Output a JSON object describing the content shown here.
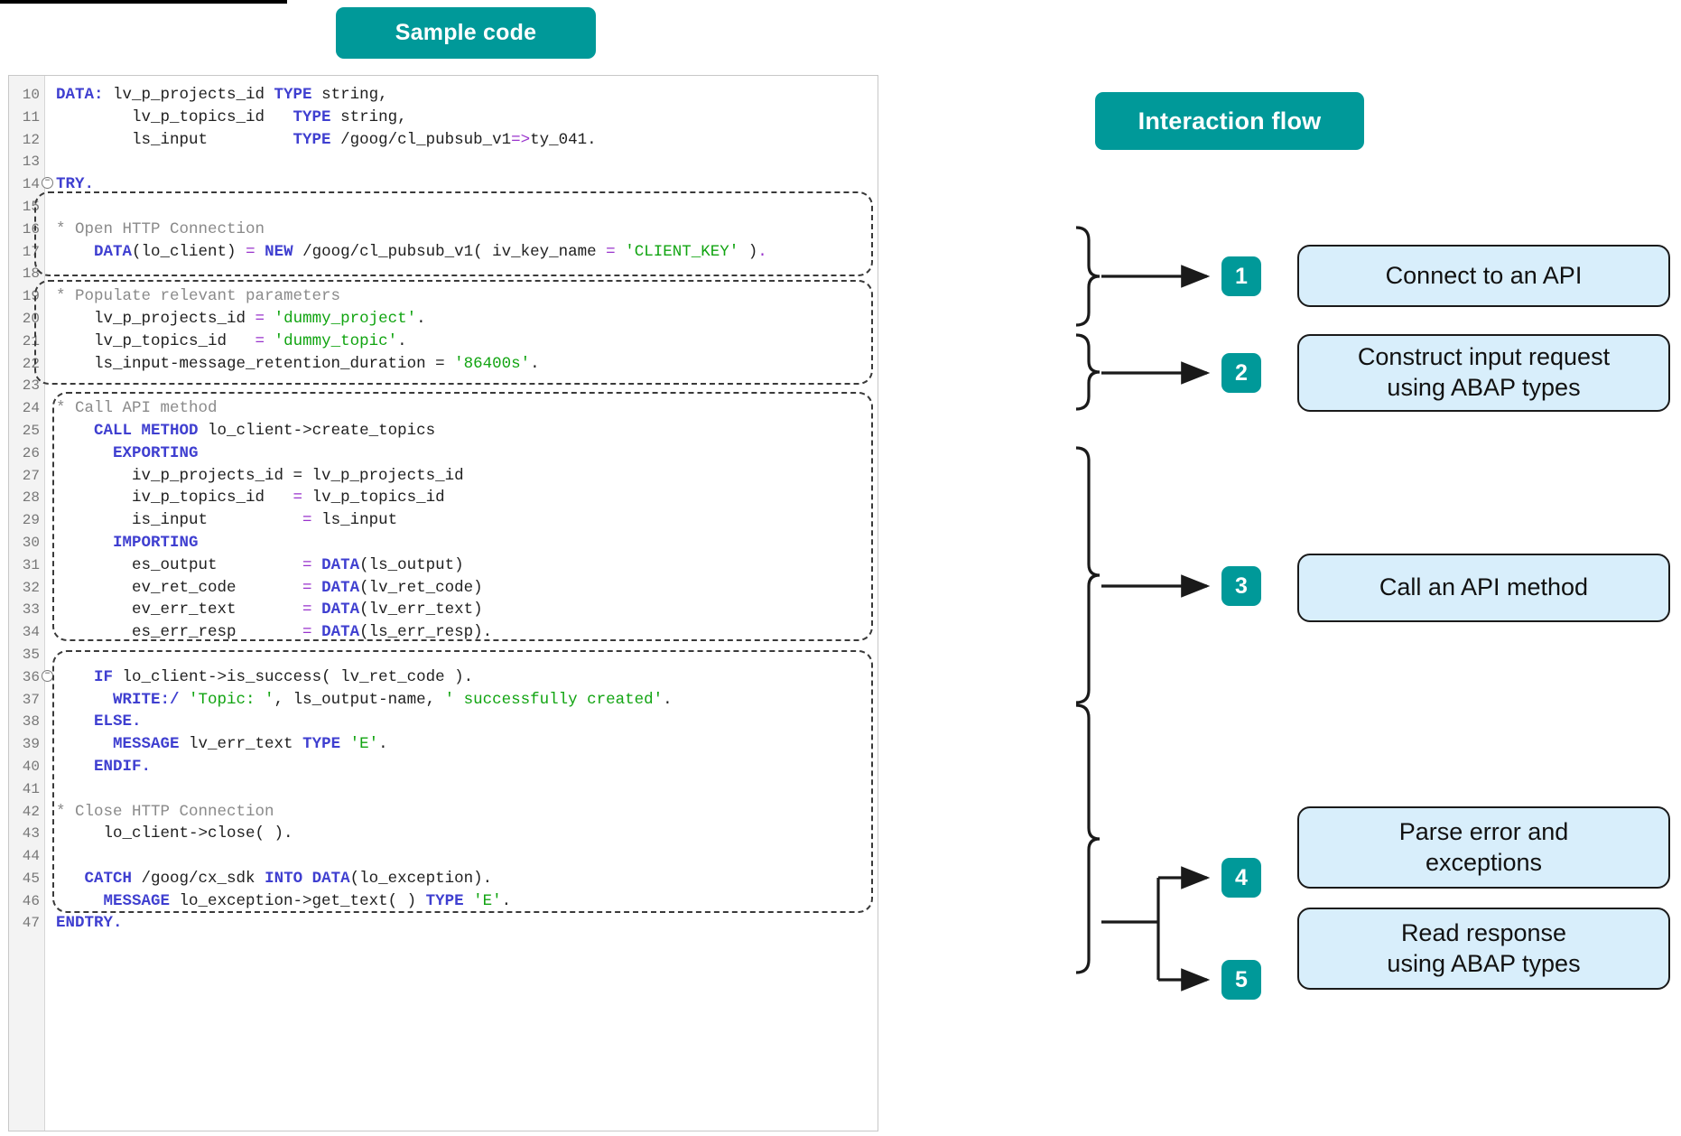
{
  "headers": {
    "sample_code": "Sample code",
    "interaction_flow": "Interaction flow"
  },
  "colors": {
    "accent_teal": "#009999",
    "flow_box_fill": "#d8eefb",
    "flow_box_border": "#1a1a1a",
    "keyword": "#3f3fd0",
    "comment": "#8a8a8a",
    "string": "#11a411",
    "gutter": "#f3f3f3"
  },
  "code": {
    "language": "ABAP",
    "first_line_number": 10,
    "lines": [
      {
        "n": 10,
        "fold": false,
        "tokens": [
          {
            "t": "DATA:",
            "c": "kw"
          },
          {
            "t": " lv_p_projects_id ",
            "c": "pl"
          },
          {
            "t": "TYPE",
            "c": "kw"
          },
          {
            "t": " string,",
            "c": "pl"
          }
        ]
      },
      {
        "n": 11,
        "fold": false,
        "tokens": [
          {
            "t": "        lv_p_topics_id   ",
            "c": "pl"
          },
          {
            "t": "TYPE",
            "c": "kw"
          },
          {
            "t": " string,",
            "c": "pl"
          }
        ]
      },
      {
        "n": 12,
        "fold": false,
        "tokens": [
          {
            "t": "        ls_input         ",
            "c": "pl"
          },
          {
            "t": "TYPE",
            "c": "kw"
          },
          {
            "t": " /goog/cl_pubsub_v1",
            "c": "pl"
          },
          {
            "t": "=>",
            "c": "op"
          },
          {
            "t": "ty_041.",
            "c": "pl"
          }
        ]
      },
      {
        "n": 13,
        "fold": false,
        "tokens": []
      },
      {
        "n": 14,
        "fold": true,
        "tokens": [
          {
            "t": "TRY.",
            "c": "kw"
          }
        ]
      },
      {
        "n": 15,
        "fold": false,
        "tokens": []
      },
      {
        "n": 16,
        "fold": false,
        "tokens": [
          {
            "t": "* Open HTTP Connection",
            "c": "cm"
          }
        ]
      },
      {
        "n": 17,
        "fold": false,
        "tokens": [
          {
            "t": "    ",
            "c": "pl"
          },
          {
            "t": "DATA",
            "c": "kw"
          },
          {
            "t": "(lo_client) ",
            "c": "pl"
          },
          {
            "t": "=",
            "c": "op"
          },
          {
            "t": " ",
            "c": "pl"
          },
          {
            "t": "NEW",
            "c": "kw"
          },
          {
            "t": " /goog/cl_pubsub_v1( iv_key_name ",
            "c": "pl"
          },
          {
            "t": "=",
            "c": "op"
          },
          {
            "t": " ",
            "c": "pl"
          },
          {
            "t": "'CLIENT_KEY'",
            "c": "st"
          },
          {
            "t": " )",
            "c": "pl"
          },
          {
            "t": ".",
            "c": "op"
          }
        ]
      },
      {
        "n": 18,
        "fold": false,
        "tokens": []
      },
      {
        "n": 19,
        "fold": false,
        "tokens": [
          {
            "t": "* Populate relevant parameters",
            "c": "cm"
          }
        ]
      },
      {
        "n": 20,
        "fold": false,
        "tokens": [
          {
            "t": "    lv_p_projects_id ",
            "c": "pl"
          },
          {
            "t": "=",
            "c": "op"
          },
          {
            "t": " ",
            "c": "pl"
          },
          {
            "t": "'dummy_project'",
            "c": "st"
          },
          {
            "t": ".",
            "c": "pl"
          }
        ]
      },
      {
        "n": 21,
        "fold": false,
        "tokens": [
          {
            "t": "    lv_p_topics_id   ",
            "c": "pl"
          },
          {
            "t": "=",
            "c": "op"
          },
          {
            "t": " ",
            "c": "pl"
          },
          {
            "t": "'dummy_topic'",
            "c": "st"
          },
          {
            "t": ".",
            "c": "pl"
          }
        ]
      },
      {
        "n": 22,
        "fold": false,
        "tokens": [
          {
            "t": "    ls_input-message_retention_duration = ",
            "c": "pl"
          },
          {
            "t": "'86400s'",
            "c": "st"
          },
          {
            "t": ".",
            "c": "pl"
          }
        ]
      },
      {
        "n": 23,
        "fold": false,
        "tokens": []
      },
      {
        "n": 24,
        "fold": false,
        "tokens": [
          {
            "t": "* Call API method",
            "c": "cm"
          }
        ]
      },
      {
        "n": 25,
        "fold": false,
        "tokens": [
          {
            "t": "    ",
            "c": "pl"
          },
          {
            "t": "CALL METHOD",
            "c": "kw"
          },
          {
            "t": " lo_client->create_topics",
            "c": "pl"
          }
        ]
      },
      {
        "n": 26,
        "fold": false,
        "tokens": [
          {
            "t": "      ",
            "c": "pl"
          },
          {
            "t": "EXPORTING",
            "c": "kw"
          }
        ]
      },
      {
        "n": 27,
        "fold": false,
        "tokens": [
          {
            "t": "        iv_p_projects_id = lv_p_projects_id",
            "c": "pl"
          }
        ]
      },
      {
        "n": 28,
        "fold": false,
        "tokens": [
          {
            "t": "        iv_p_topics_id   ",
            "c": "pl"
          },
          {
            "t": "=",
            "c": "op"
          },
          {
            "t": " lv_p_topics_id",
            "c": "pl"
          }
        ]
      },
      {
        "n": 29,
        "fold": false,
        "tokens": [
          {
            "t": "        is_input          ",
            "c": "pl"
          },
          {
            "t": "=",
            "c": "op"
          },
          {
            "t": " ls_input",
            "c": "pl"
          }
        ]
      },
      {
        "n": 30,
        "fold": false,
        "tokens": [
          {
            "t": "      ",
            "c": "pl"
          },
          {
            "t": "IMPORTING",
            "c": "kw"
          }
        ]
      },
      {
        "n": 31,
        "fold": false,
        "tokens": [
          {
            "t": "        es_output         ",
            "c": "pl"
          },
          {
            "t": "=",
            "c": "op"
          },
          {
            "t": " ",
            "c": "pl"
          },
          {
            "t": "DATA",
            "c": "kw"
          },
          {
            "t": "(ls_output)",
            "c": "pl"
          }
        ]
      },
      {
        "n": 32,
        "fold": false,
        "tokens": [
          {
            "t": "        ev_ret_code       ",
            "c": "pl"
          },
          {
            "t": "=",
            "c": "op"
          },
          {
            "t": " ",
            "c": "pl"
          },
          {
            "t": "DATA",
            "c": "kw"
          },
          {
            "t": "(lv_ret_code)",
            "c": "pl"
          }
        ]
      },
      {
        "n": 33,
        "fold": false,
        "tokens": [
          {
            "t": "        ev_err_text       ",
            "c": "pl"
          },
          {
            "t": "=",
            "c": "op"
          },
          {
            "t": " ",
            "c": "pl"
          },
          {
            "t": "DATA",
            "c": "kw"
          },
          {
            "t": "(lv_err_text)",
            "c": "pl"
          }
        ]
      },
      {
        "n": 34,
        "fold": false,
        "tokens": [
          {
            "t": "        es_err_resp       ",
            "c": "pl"
          },
          {
            "t": "=",
            "c": "op"
          },
          {
            "t": " ",
            "c": "pl"
          },
          {
            "t": "DATA",
            "c": "kw"
          },
          {
            "t": "(ls_err_resp).",
            "c": "pl"
          }
        ]
      },
      {
        "n": 35,
        "fold": false,
        "tokens": []
      },
      {
        "n": 36,
        "fold": true,
        "tokens": [
          {
            "t": "    ",
            "c": "pl"
          },
          {
            "t": "IF",
            "c": "kw"
          },
          {
            "t": " lo_client->is_success( lv_ret_code )",
            "c": "pl"
          },
          {
            "t": ".",
            "c": "pl"
          }
        ]
      },
      {
        "n": 37,
        "fold": false,
        "tokens": [
          {
            "t": "      ",
            "c": "pl"
          },
          {
            "t": "WRITE:/",
            "c": "kw"
          },
          {
            "t": " ",
            "c": "pl"
          },
          {
            "t": "'Topic: '",
            "c": "st"
          },
          {
            "t": ", ls_output-name, ",
            "c": "pl"
          },
          {
            "t": "' successfully created'",
            "c": "st"
          },
          {
            "t": ".",
            "c": "pl"
          }
        ]
      },
      {
        "n": 38,
        "fold": false,
        "tokens": [
          {
            "t": "    ",
            "c": "pl"
          },
          {
            "t": "ELSE.",
            "c": "kw"
          }
        ]
      },
      {
        "n": 39,
        "fold": false,
        "tokens": [
          {
            "t": "      ",
            "c": "pl"
          },
          {
            "t": "MESSAGE",
            "c": "kw"
          },
          {
            "t": " lv_err_text ",
            "c": "pl"
          },
          {
            "t": "TYPE",
            "c": "kw"
          },
          {
            "t": " ",
            "c": "pl"
          },
          {
            "t": "'E'",
            "c": "st"
          },
          {
            "t": ".",
            "c": "pl"
          }
        ]
      },
      {
        "n": 40,
        "fold": false,
        "tokens": [
          {
            "t": "    ",
            "c": "pl"
          },
          {
            "t": "ENDIF.",
            "c": "kw"
          }
        ]
      },
      {
        "n": 41,
        "fold": false,
        "tokens": []
      },
      {
        "n": 42,
        "fold": false,
        "tokens": [
          {
            "t": "* Close HTTP Connection",
            "c": "cm"
          }
        ]
      },
      {
        "n": 43,
        "fold": false,
        "tokens": [
          {
            "t": "     lo_client->close( ).",
            "c": "pl"
          }
        ]
      },
      {
        "n": 44,
        "fold": false,
        "tokens": []
      },
      {
        "n": 45,
        "fold": false,
        "tokens": [
          {
            "t": "   ",
            "c": "pl"
          },
          {
            "t": "CATCH",
            "c": "kw"
          },
          {
            "t": " /goog/cx_sdk ",
            "c": "pl"
          },
          {
            "t": "INTO",
            "c": "kw"
          },
          {
            "t": " ",
            "c": "pl"
          },
          {
            "t": "DATA",
            "c": "kw"
          },
          {
            "t": "(lo_exception).",
            "c": "pl"
          }
        ]
      },
      {
        "n": 46,
        "fold": false,
        "tokens": [
          {
            "t": "     ",
            "c": "pl"
          },
          {
            "t": "MESSAGE",
            "c": "kw"
          },
          {
            "t": " lo_exception->get_text( ) ",
            "c": "pl"
          },
          {
            "t": "TYPE",
            "c": "kw"
          },
          {
            "t": " ",
            "c": "pl"
          },
          {
            "t": "'E'",
            "c": "st"
          },
          {
            "t": ".",
            "c": "pl"
          }
        ]
      },
      {
        "n": 47,
        "fold": false,
        "tokens": [
          {
            "t": "ENDTRY.",
            "c": "kw"
          }
        ]
      }
    ]
  },
  "flow": {
    "steps": [
      {
        "number": "1",
        "label": "Connect to an API"
      },
      {
        "number": "2",
        "label": "Construct input request\nusing ABAP types"
      },
      {
        "number": "3",
        "label": "Call an API method"
      },
      {
        "number": "4",
        "label": "Parse error and\nexceptions"
      },
      {
        "number": "5",
        "label": "Read response\nusing ABAP types"
      }
    ]
  }
}
